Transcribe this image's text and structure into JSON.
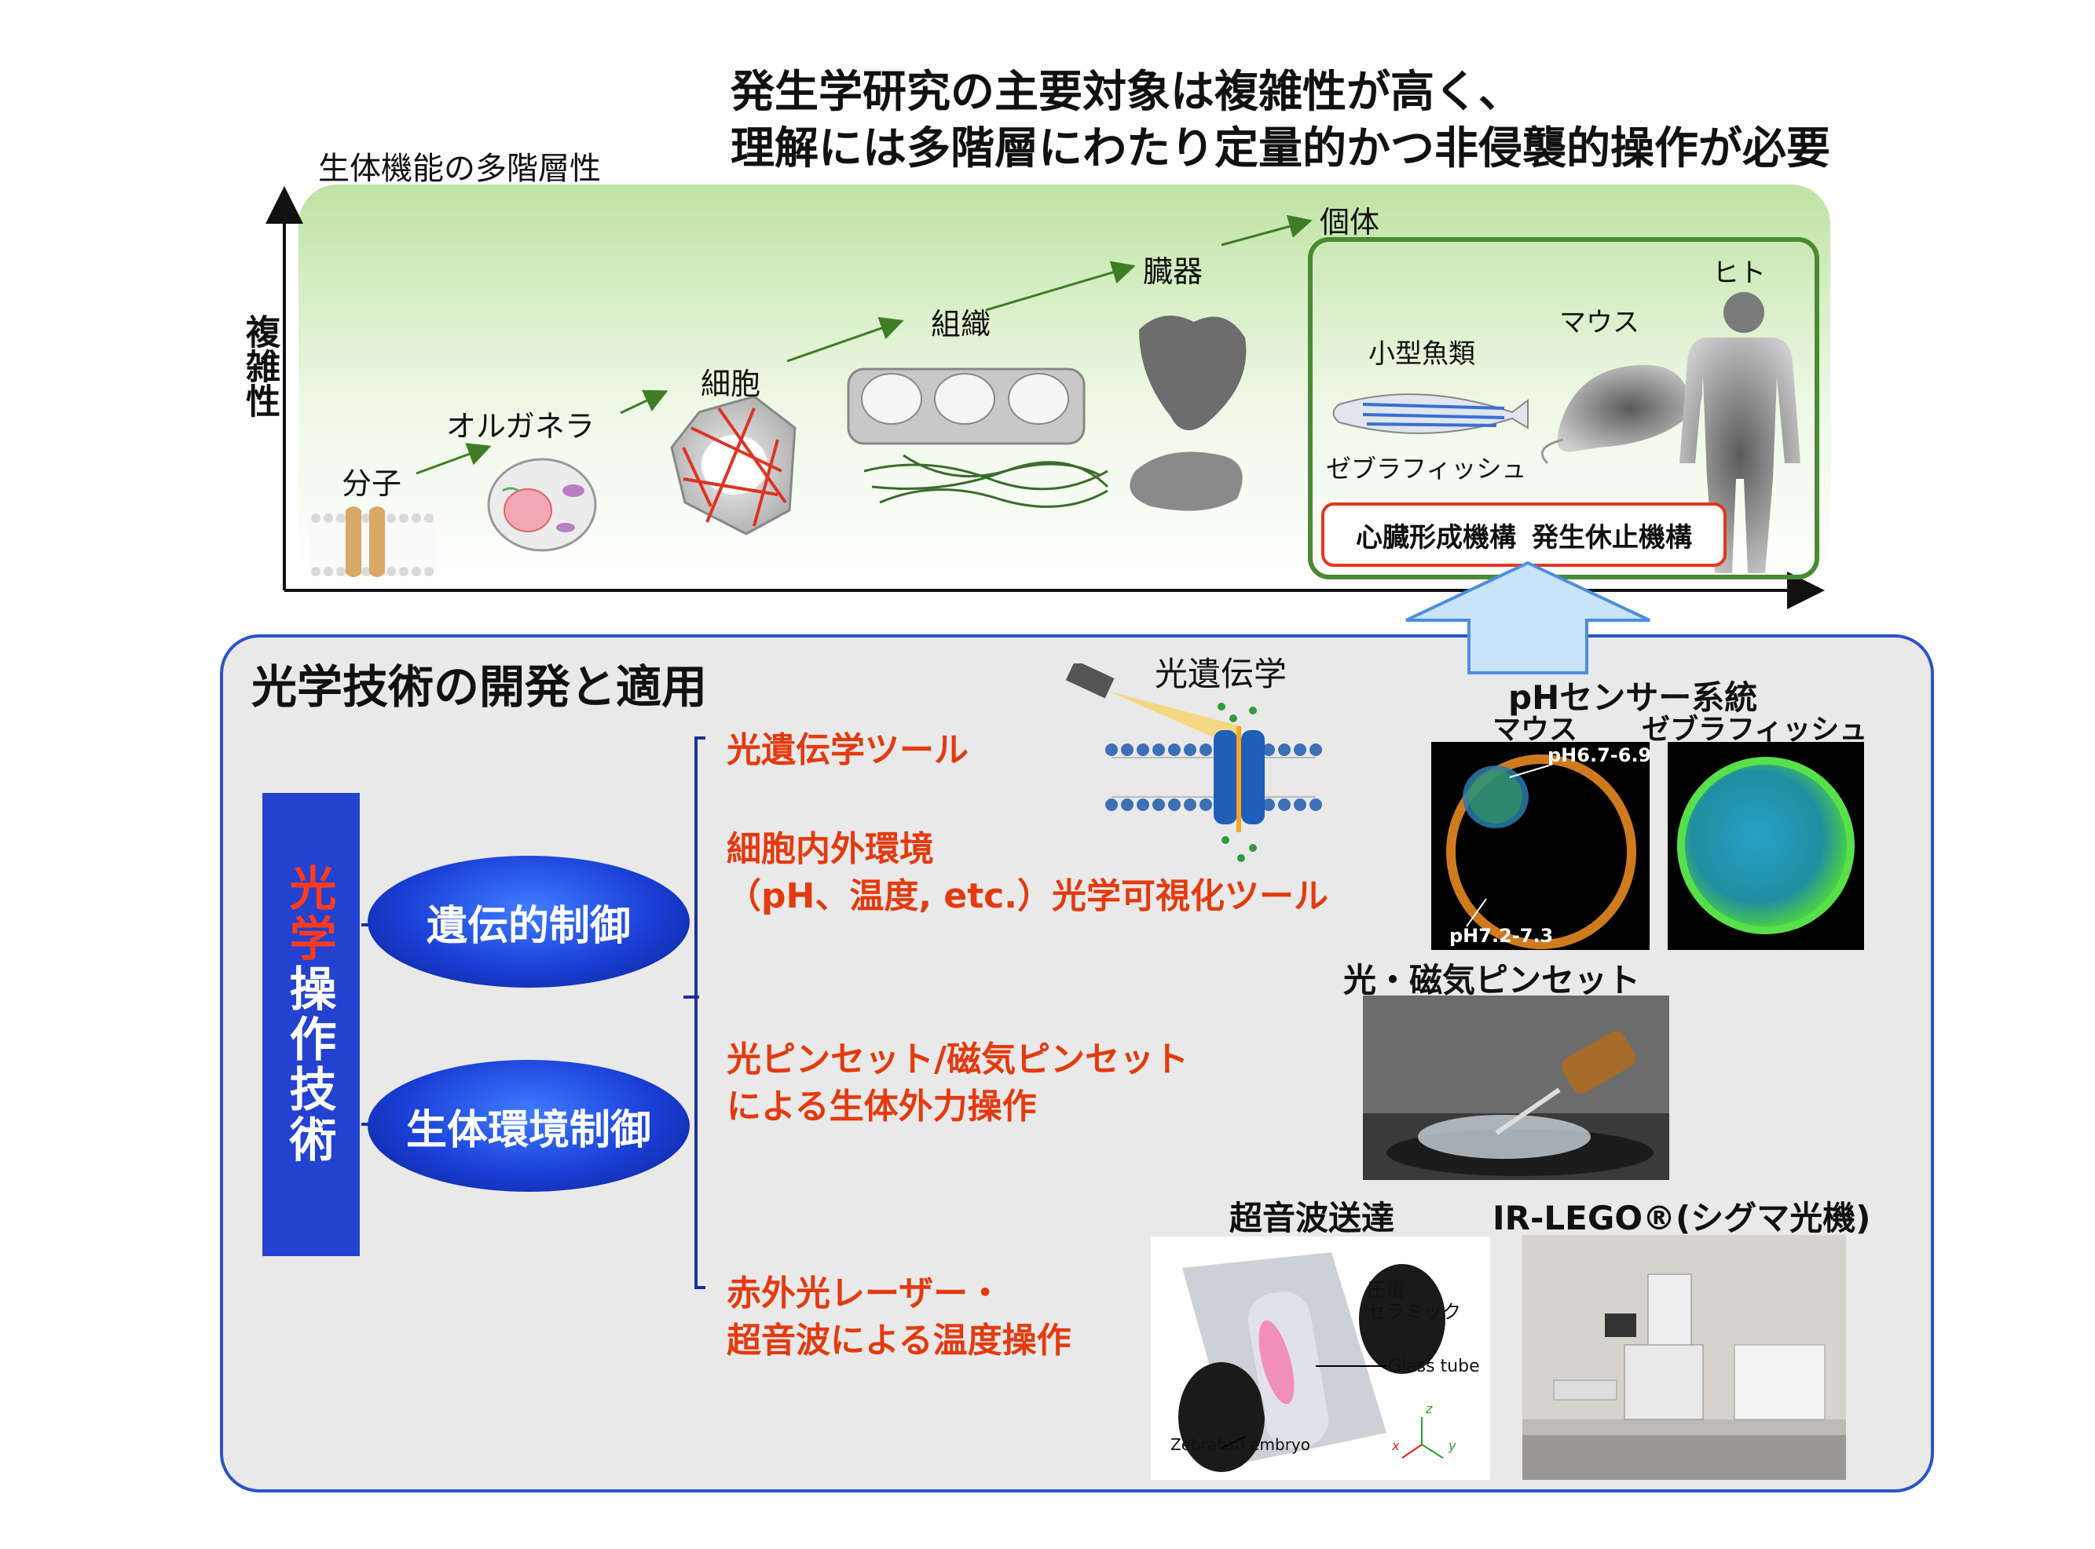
{
  "headline": {
    "line1": "発生学研究の主要対象は複雑性が高く、",
    "line2": "理解には多階層にわたり定量的かつ非侵襲的操作が必要"
  },
  "hierarchy": {
    "title": "生体機能の多階層性",
    "y_axis_label": "複雑性",
    "stages": {
      "molecule": "分子",
      "organelle": "オルガネラ",
      "cell": "細胞",
      "tissue": "組織",
      "organ": "臓器",
      "individual": "個体"
    },
    "organisms": {
      "small_fish": "小型魚類",
      "zebrafish": "ゼブラフィッシュ",
      "mouse": "マウス",
      "human": "ヒト"
    },
    "mechanisms": {
      "heart": "心臓形成機構",
      "diapause": "発生休止機構"
    }
  },
  "panel": {
    "title": "光学技術の開発と適用",
    "optical_label_highlight": "光学",
    "optical_label_rest": "操作技術",
    "genetic_control": "遺伝的制御",
    "environment_control": "生体環境制御",
    "items": {
      "optogenetics_tool": "光遺伝学ツール",
      "intra_extra_line1": "細胞内外環境",
      "intra_extra_line2": "（pH、温度, etc.）光学可視化ツール",
      "tweezers_line1": "光ピンセット/磁気ピンセット",
      "tweezers_line2": "による生体外力操作",
      "ir_line1": "赤外光レーザー・",
      "ir_line2": "超音波による温度操作"
    },
    "optogenetics_label": "光遺伝学",
    "ph_sensor": {
      "title": "pHセンサー系統",
      "mouse": "マウス",
      "zebrafish": "ゼブラフィッシュ",
      "ph_high": "pH6.7-6.9",
      "ph_low": "pH7.2-7.3"
    },
    "tweezers_title": "光・磁気ピンセット",
    "ultrasound": {
      "title": "超音波送達",
      "ceramic_line1": "圧電",
      "ceramic_line2": "セラミック",
      "glass_tube": "Glass tube",
      "embryo": "Zebrafish embryo",
      "axis_x": "x",
      "axis_y": "y",
      "axis_z": "z"
    },
    "irlego_title": "IR-LEGO®(シグマ光機)"
  },
  "colors": {
    "accent_red": "#e33a0f",
    "panel_border": "#2d53c7",
    "optical_box": "#2342cf",
    "green_border": "#4a8a35"
  }
}
